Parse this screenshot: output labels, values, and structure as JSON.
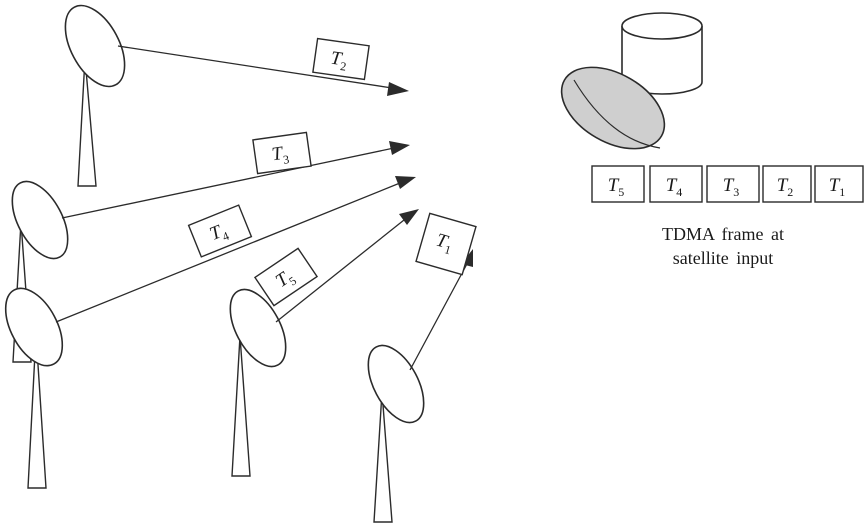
{
  "tags": {
    "t1": {
      "letter": "T",
      "sub": "1"
    },
    "t2": {
      "letter": "T",
      "sub": "2"
    },
    "t3": {
      "letter": "T",
      "sub": "3"
    },
    "t4": {
      "letter": "T",
      "sub": "4"
    },
    "t5": {
      "letter": "T",
      "sub": "5"
    }
  },
  "frame": {
    "slots": [
      {
        "letter": "T",
        "sub": "5"
      },
      {
        "letter": "T",
        "sub": "4"
      },
      {
        "letter": "T",
        "sub": "3"
      },
      {
        "letter": "T",
        "sub": "2"
      },
      {
        "letter": "T",
        "sub": "1"
      }
    ]
  },
  "caption": {
    "line1": "TDMA frame at",
    "line2": "satellite input"
  },
  "colors": {
    "ink": "#2b2b2b",
    "satellite_dish_fill": "#cfcfcf",
    "background": "#ffffff"
  }
}
